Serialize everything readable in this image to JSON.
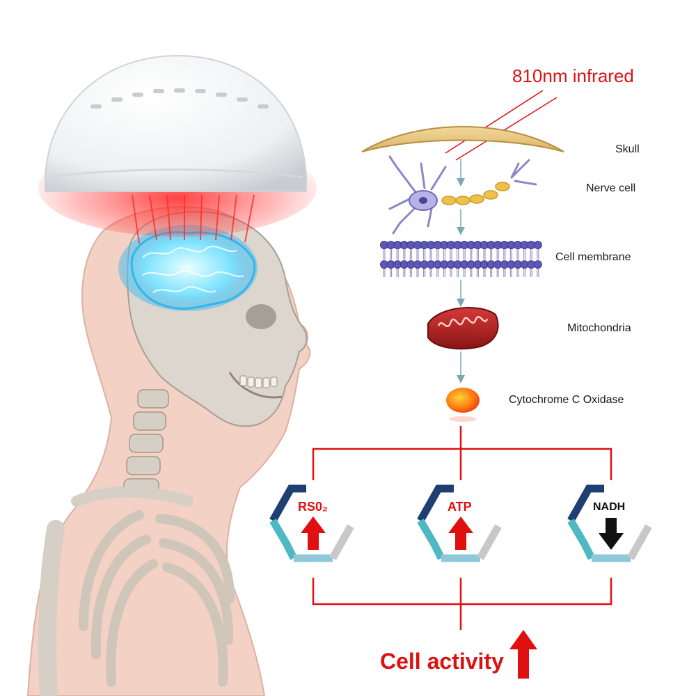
{
  "title": "810nm infrared",
  "pathway": [
    {
      "id": "skull",
      "label": "Skull"
    },
    {
      "id": "nerve",
      "label": "Nerve cell"
    },
    {
      "id": "membrane",
      "label": "Cell membrane"
    },
    {
      "id": "mito",
      "label": "Mitochondria"
    },
    {
      "id": "cco",
      "label": "Cytochrome C Oxidase"
    }
  ],
  "outputs": [
    {
      "id": "rso2",
      "label": "RS0₂",
      "direction": "up"
    },
    {
      "id": "atp",
      "label": "ATP",
      "direction": "up"
    },
    {
      "id": "nadh",
      "label": "NADH",
      "direction": "down"
    }
  ],
  "result": {
    "label": "Cell activity",
    "direction": "up"
  },
  "colors": {
    "red": "#e01010",
    "teal": "#4fb8c3",
    "navy": "#1f3f73",
    "gray": "#c8c8c8",
    "lightblue": "#8fc8d8"
  }
}
